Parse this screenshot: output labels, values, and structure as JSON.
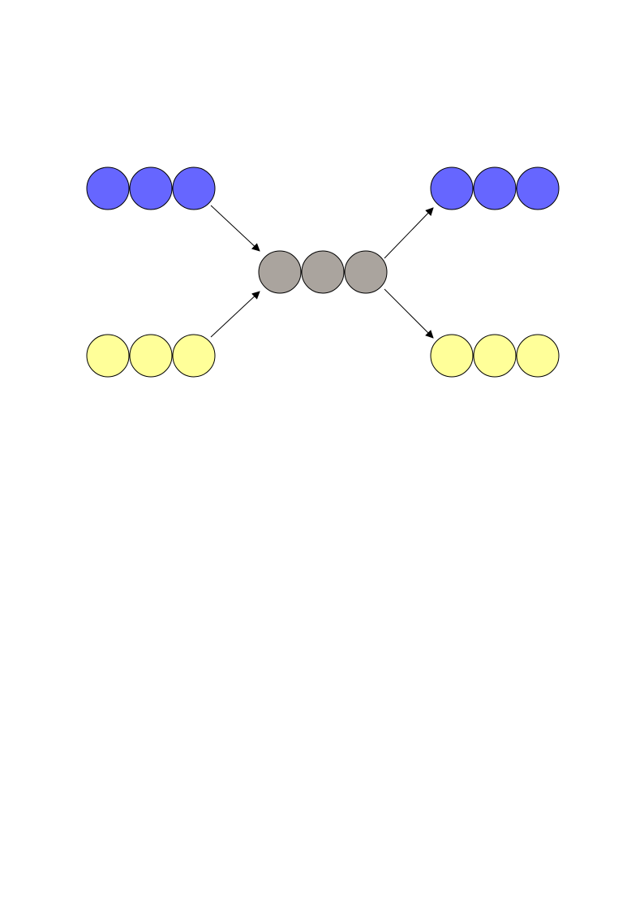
{
  "diagram": {
    "colors": {
      "blue": "#6666ff",
      "yellow": "#ffff99",
      "gray": "#aaa49e",
      "stroke": "#000000",
      "arrow": "#000000"
    },
    "groups": [
      {
        "id": "input-blue",
        "color": "blue",
        "count": 3
      },
      {
        "id": "input-yellow",
        "color": "yellow",
        "count": 3
      },
      {
        "id": "merged-gray",
        "color": "gray",
        "count": 3
      },
      {
        "id": "output-blue",
        "color": "blue",
        "count": 3
      },
      {
        "id": "output-yellow",
        "color": "yellow",
        "count": 3
      }
    ],
    "arrows": [
      {
        "from": "input-blue",
        "to": "merged-gray"
      },
      {
        "from": "input-yellow",
        "to": "merged-gray"
      },
      {
        "from": "merged-gray",
        "to": "output-blue"
      },
      {
        "from": "merged-gray",
        "to": "output-yellow"
      }
    ]
  }
}
